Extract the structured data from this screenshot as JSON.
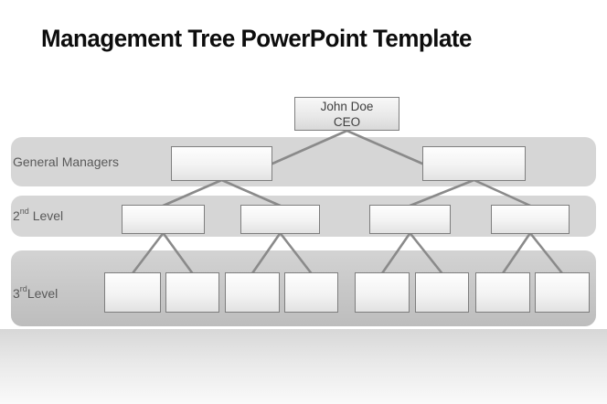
{
  "title": "Management Tree PowerPoint Template",
  "org_chart": {
    "type": "org-tree",
    "root": {
      "line1": "John Doe",
      "line2": "CEO"
    },
    "bands": [
      {
        "pre": "General Managers",
        "sup": "",
        "post": "",
        "box_count": 2
      },
      {
        "pre": "2",
        "sup": "nd",
        "post": " Level",
        "box_count": 4
      },
      {
        "pre": "3",
        "sup": "rd",
        "post": "Level",
        "box_count": 8
      }
    ]
  },
  "colors": {
    "band_fill": "#d6d6d6",
    "band3_gradient_top": "#d3d3d3",
    "band3_gradient_bottom": "#bdbdbd",
    "connector_line": "#8a8a8a",
    "box_border": "#7e7e7e",
    "box_fill_top": "#fefefe",
    "box_fill_bottom": "#e2e2e2",
    "label_text": "#595959",
    "title_text": "#0d0d0d",
    "bottom_fade_top": "#d7d7d7",
    "bottom_fade_bottom": "#fafafa"
  }
}
